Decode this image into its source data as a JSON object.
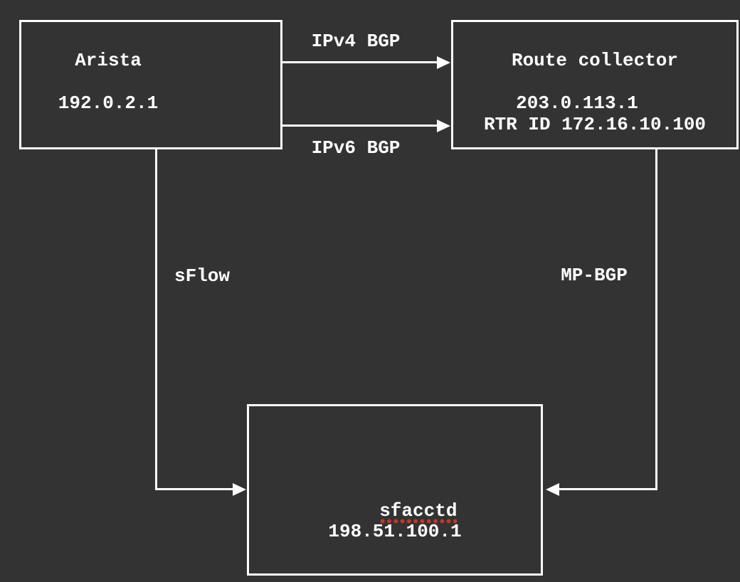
{
  "colors": {
    "background": "#333333",
    "stroke": "#ffffff",
    "text": "#ffffff",
    "spellcheck_dots": "#bf3a2b"
  },
  "nodes": {
    "arista": {
      "title": "Arista",
      "ip": "192.0.2.1"
    },
    "route_collector": {
      "title": "Route collector",
      "ip": "203.0.113.1",
      "rtr_id": "RTR ID 172.16.10.100"
    },
    "sfacctd": {
      "title": "sfacctd",
      "ip": "198.51.100.1"
    }
  },
  "edges": {
    "ipv4_bgp": {
      "label": "IPv4 BGP",
      "from": "Arista",
      "to": "Route collector"
    },
    "ipv6_bgp": {
      "label": "IPv6 BGP",
      "from": "Arista",
      "to": "Route collector"
    },
    "sflow": {
      "label": "sFlow",
      "from": "Arista",
      "to": "sfacctd"
    },
    "mp_bgp": {
      "label": "MP-BGP",
      "from": "Route collector",
      "to": "sfacctd"
    }
  }
}
